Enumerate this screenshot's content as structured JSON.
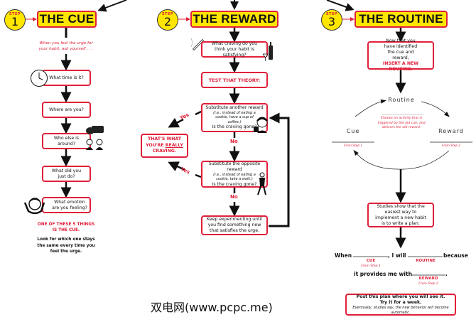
{
  "step_label": "STEP",
  "step1": {
    "number": "1",
    "title": "THE CUE",
    "intro": "When you feel the urge for your habit, ask yourself . . .",
    "questions": [
      "What time is it?",
      "Where are you?",
      "Who else is around?",
      "What did you just do?",
      "What emotion are you feeling?"
    ],
    "conclusion_red": "ONE OF THESE 5 THINGS IS THE CUE.",
    "conclusion": "Look for which one stays the same every time you feel the urge."
  },
  "step2": {
    "number": "2",
    "title": "THE REWARD",
    "q1": "What craving do you think your habit is satisfying?",
    "test": "TEST THAT THEORY:",
    "sub1_title": "Substitute another reward",
    "sub1_example": "(i.e., instead of eating a cookie, have a cup of coffee.)",
    "sub1_question": "Is the craving gone?",
    "sub2_title": "Substitute the opposite reward",
    "sub2_example": "(i.e., instead of eating a cookie, take a walk.)",
    "sub2_question": "Is the craving gone?",
    "yes": "Yes",
    "no": "No",
    "result_line1": "THAT'S WHAT",
    "result_line2a": "YOU'RE ",
    "result_line2b": "REALLY",
    "result_line3": "CRAVING.",
    "keep": "Keep experimenting until you find something new that satisfies the urge."
  },
  "step3": {
    "number": "3",
    "title": "THE ROUTINE",
    "intro": "Now that you have identified the cue and reward,",
    "intro_red": "INSERT A NEW ROUTINE.",
    "loop_routine": "Routine",
    "loop_routine_note": "Choose an activity that is triggered by the old cue, and delivers the old reward.",
    "loop_cue": "Cue",
    "loop_cue_note": "From Step 1",
    "loop_reward": "Reward",
    "loop_reward_note": "From Step 2",
    "studies": "Studies show that the easiest way to implement a new habit is to write a plan:",
    "plan_when": "When",
    "plan_will": ", I will",
    "plan_because": "because",
    "plan_provides": "it provides me with",
    "plan_period": ".",
    "label_cue": "CUE",
    "label_cue_note": "From Step 1",
    "label_routine": "ROUTINE",
    "label_reward": "REWARD",
    "label_reward_note": "From Step 2",
    "post_line1": "Post this plan where you will see it.",
    "post_line2": "Try it for a week.",
    "post_note": "Eventually, studies say, the new behavior will become automatic."
  },
  "watermark": "双电网(www.pcpc.me)",
  "colors": {
    "accent": "#e0203a",
    "highlight": "#ffe600",
    "ink": "#111111"
  }
}
